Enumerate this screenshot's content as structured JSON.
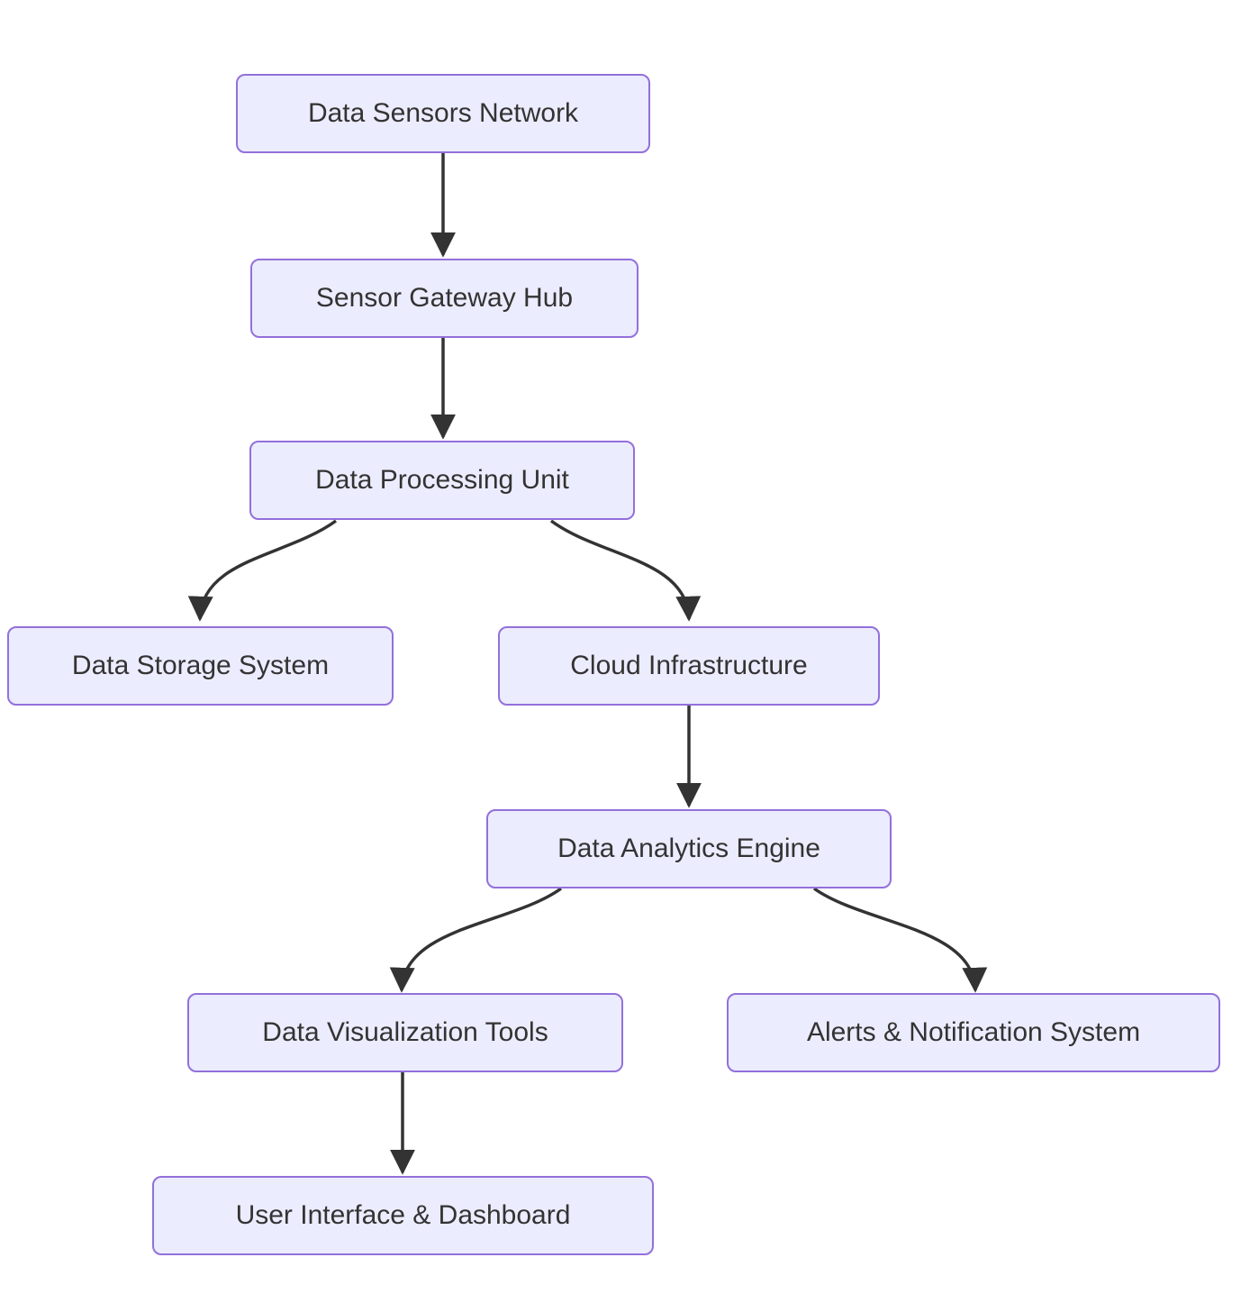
{
  "diagram": {
    "type": "flowchart",
    "direction": "top-down",
    "colors": {
      "background": "#ffffff",
      "node_fill": "#ECECFF",
      "node_border": "#9370DB",
      "node_text": "#333333",
      "edge": "#333333"
    },
    "nodes": [
      {
        "id": "sensors",
        "label": "Data Sensors Network"
      },
      {
        "id": "gateway",
        "label": "Sensor Gateway Hub"
      },
      {
        "id": "processing",
        "label": "Data Processing Unit"
      },
      {
        "id": "storage",
        "label": "Data Storage System"
      },
      {
        "id": "cloud",
        "label": "Cloud Infrastructure"
      },
      {
        "id": "analytics",
        "label": "Data Analytics Engine"
      },
      {
        "id": "visualization",
        "label": "Data Visualization Tools"
      },
      {
        "id": "alerts",
        "label": "Alerts & Notification System"
      },
      {
        "id": "ui",
        "label": "User Interface & Dashboard"
      }
    ],
    "edges": [
      {
        "from": "sensors",
        "to": "gateway"
      },
      {
        "from": "gateway",
        "to": "processing"
      },
      {
        "from": "processing",
        "to": "storage"
      },
      {
        "from": "processing",
        "to": "cloud"
      },
      {
        "from": "cloud",
        "to": "analytics"
      },
      {
        "from": "analytics",
        "to": "visualization"
      },
      {
        "from": "analytics",
        "to": "alerts"
      },
      {
        "from": "visualization",
        "to": "ui"
      }
    ]
  }
}
